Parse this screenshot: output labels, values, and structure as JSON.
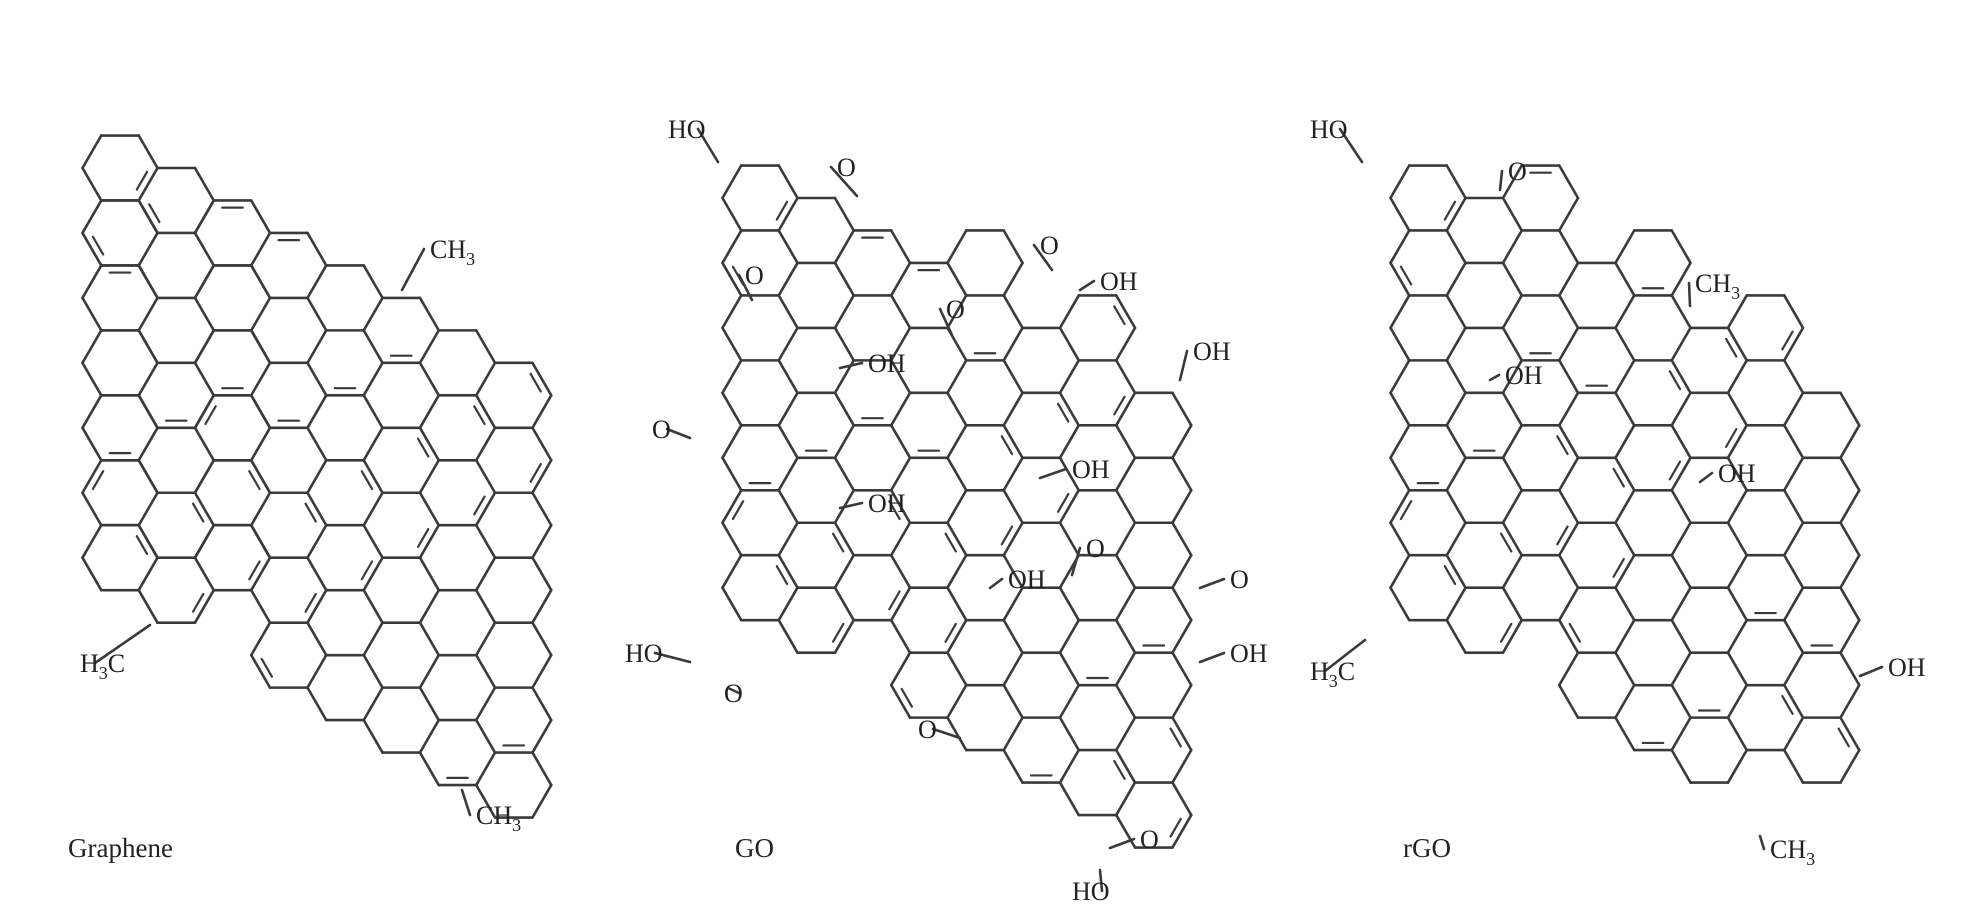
{
  "panels": [
    {
      "name": "Graphene",
      "groups": [
        {
          "type": "ch3",
          "text": "CH",
          "sub": "3",
          "side": "right"
        },
        {
          "type": "h3c",
          "text": "H",
          "sub": "3",
          "tail": "C",
          "side": "left"
        },
        {
          "type": "ch3",
          "text": "CH",
          "sub": "3",
          "side": "right"
        }
      ]
    },
    {
      "name": "GO",
      "groups": [
        {
          "type": "oh",
          "text": "HO",
          "side": "left"
        },
        {
          "type": "ketone",
          "text": "O",
          "side": "right"
        },
        {
          "type": "epoxide",
          "text": "O",
          "side": "center"
        },
        {
          "type": "epoxide",
          "text": "O",
          "side": "center"
        },
        {
          "type": "carboxyl_o",
          "text": "O",
          "side": "right"
        },
        {
          "type": "carboxyl_oh",
          "text": "OH",
          "side": "right"
        },
        {
          "type": "oh",
          "text": "OH",
          "side": "right"
        },
        {
          "type": "oh",
          "text": "OH",
          "side": "right"
        },
        {
          "type": "ketone",
          "text": "O",
          "side": "left"
        },
        {
          "type": "oh",
          "text": "OH",
          "side": "right"
        },
        {
          "type": "oh",
          "text": "OH",
          "side": "right"
        },
        {
          "type": "epoxide",
          "text": "O",
          "side": "right"
        },
        {
          "type": "oh",
          "text": "OH",
          "side": "right"
        },
        {
          "type": "ketone",
          "text": "O",
          "side": "right"
        },
        {
          "type": "carboxyl_oh",
          "text": "HO",
          "side": "left"
        },
        {
          "type": "carboxyl_o",
          "text": "O",
          "side": "left"
        },
        {
          "type": "oh",
          "text": "OH",
          "side": "right"
        },
        {
          "type": "ketone",
          "text": "O",
          "side": "left"
        },
        {
          "type": "carboxyl_o",
          "text": "O",
          "side": "right"
        },
        {
          "type": "carboxyl_oh",
          "text": "HO",
          "side": "left"
        }
      ]
    },
    {
      "name": "rGO",
      "groups": [
        {
          "type": "oh",
          "text": "HO",
          "side": "left"
        },
        {
          "type": "ketone",
          "text": "O",
          "side": "right"
        },
        {
          "type": "ch3",
          "text": "CH",
          "sub": "3",
          "side": "right"
        },
        {
          "type": "oh",
          "text": "OH",
          "side": "right"
        },
        {
          "type": "oh",
          "text": "OH",
          "side": "right"
        },
        {
          "type": "h3c",
          "text": "H",
          "sub": "3",
          "tail": "C",
          "side": "left"
        },
        {
          "type": "oh",
          "text": "OH",
          "side": "right"
        },
        {
          "type": "ch3",
          "text": "CH",
          "sub": "3",
          "side": "right"
        }
      ]
    }
  ]
}
